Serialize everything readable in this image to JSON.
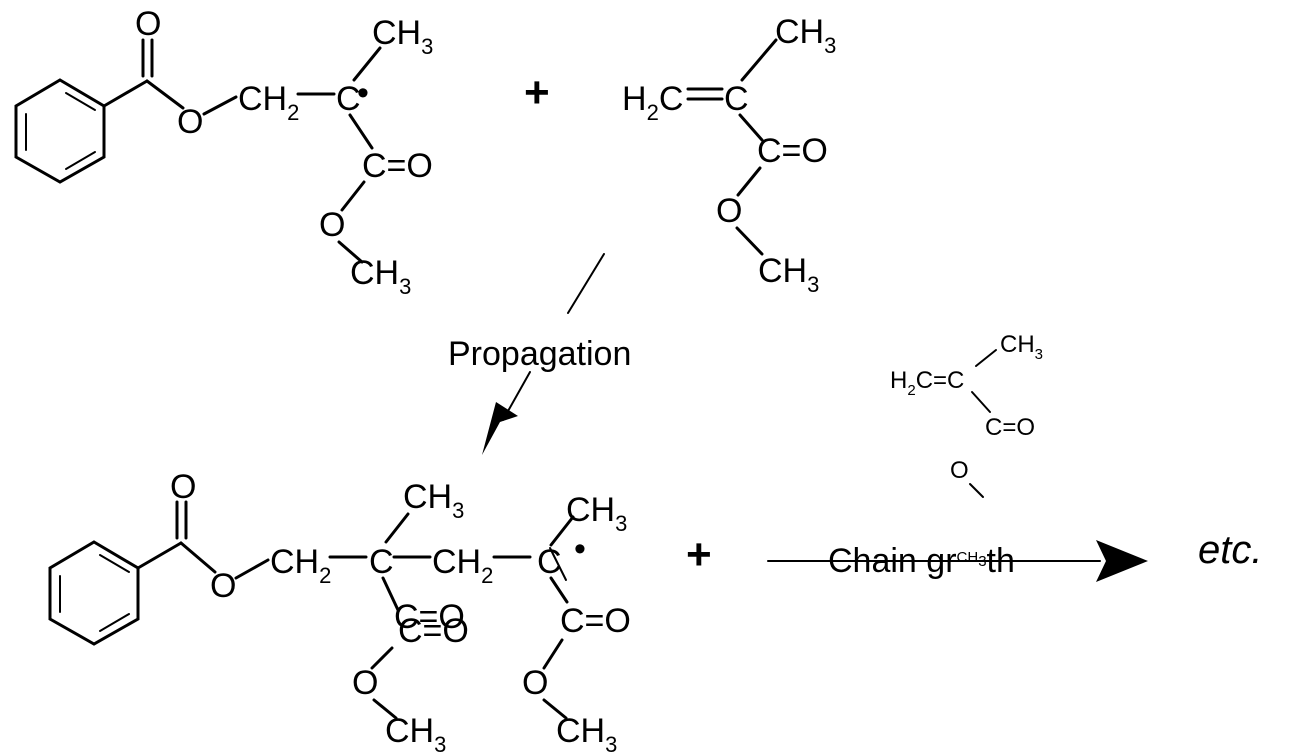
{
  "reactant_radical": {
    "carbonyl_o": "O",
    "ester_o": "O",
    "ch2": "CH",
    "ch2_sub": "2",
    "carbon": "C",
    "radical": "•",
    "ch3_top": "CH",
    "ch3_top_sub": "3",
    "carbonyl": "C=O",
    "methoxy_o": "O",
    "methoxy_ch3": "CH",
    "methoxy_ch3_sub": "3"
  },
  "plus_1": "+",
  "monomer": {
    "h2c": "H",
    "h2c_sub": "2",
    "h2c_tail": "C",
    "carbon": "C",
    "ch3": "CH",
    "ch3_sub": "3",
    "carbonyl": "C=O",
    "methoxy_o": "O",
    "methoxy_ch3": "CH",
    "methoxy_ch3_sub": "3"
  },
  "propagation_label": "Propagation",
  "product_radical": {
    "carbonyl_o": "O",
    "ester_o": "O",
    "ch2_a": "CH",
    "ch2_a_sub": "2",
    "carbon_1": "C",
    "ch3_1": "CH",
    "ch3_1_sub": "3",
    "ch2_b": "CH",
    "ch2_b_sub": "2",
    "carbon_2": "C",
    "radical": "•",
    "ch3_2": "CH",
    "ch3_2_sub": "3",
    "carbonyl_1": "C=O",
    "carbonyl_2": "C=O",
    "methoxy_o_1": "O",
    "methoxy_o_2": "O",
    "methoxy_ch3_1": "CH",
    "methoxy_ch3_1_sub": "3",
    "methoxy_ch3_2": "CH",
    "methoxy_ch3_2_sub": "3"
  },
  "plus_2": "+",
  "small_monomer": {
    "h2c": "H",
    "h2c_sub": "2",
    "h2c_tail": "C=C",
    "ch3": "CH",
    "ch3_sub": "3",
    "carbonyl": "C=O",
    "methoxy_o": "O"
  },
  "chain_growth_label": "Chain gr",
  "chain_growth_ch3": "CH",
  "chain_growth_ch3_sub": "3",
  "chain_growth_tail": "th",
  "etc_label": "etc."
}
